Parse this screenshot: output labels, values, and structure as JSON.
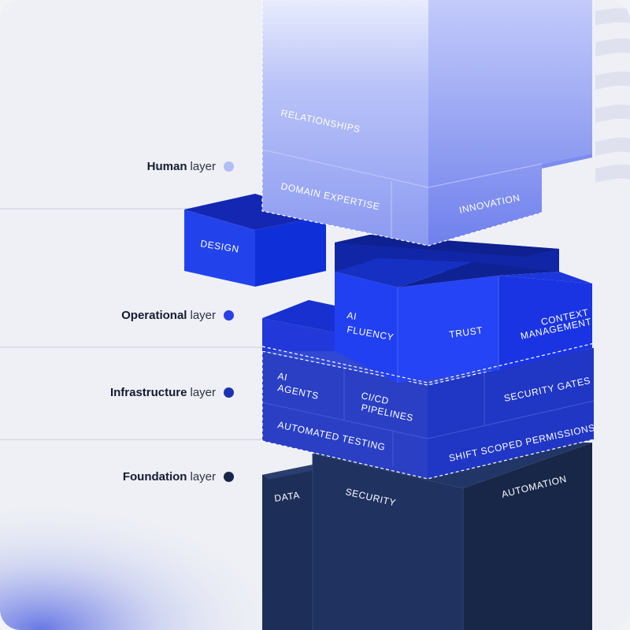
{
  "layers": [
    {
      "name": "Human",
      "suffix": "layer",
      "dot_color": "#b3bdf7"
    },
    {
      "name": "Operational",
      "suffix": "layer",
      "dot_color": "#2840e6"
    },
    {
      "name": "Infrastructure",
      "suffix": "layer",
      "dot_color": "#1c32b6"
    },
    {
      "name": "Foundation",
      "suffix": "layer",
      "dot_color": "#18264b"
    }
  ],
  "blocks": {
    "relationships": "RELATIONSHIPS",
    "domain_expertise": "DOMAIN EXPERTISE",
    "innovation": "INNOVATION",
    "design": "DESIGN",
    "ai_fluency_1": "AI",
    "ai_fluency_2": "FLUENCY",
    "trust": "TRUST",
    "context_management_1": "CONTEXT",
    "context_management_2": "MANAGEMENT",
    "ai_agents_1": "AI",
    "ai_agents_2": "AGENTS",
    "cicd_1": "CI/CD",
    "cicd_2": "PIPELINES",
    "security_gates": "SECURITY GATES",
    "automated_testing": "AUTOMATED TESTING",
    "shift_scoped_permissions": "SHIFT SCOPED PERMISSIONS",
    "data": "DATA",
    "security": "SECURITY",
    "automation": "AUTOMATION"
  },
  "colors": {
    "human": "#8e9cf2",
    "operational": "#1f3df0",
    "infrastructure": "#2438c0",
    "foundation": "#1d2c52"
  }
}
